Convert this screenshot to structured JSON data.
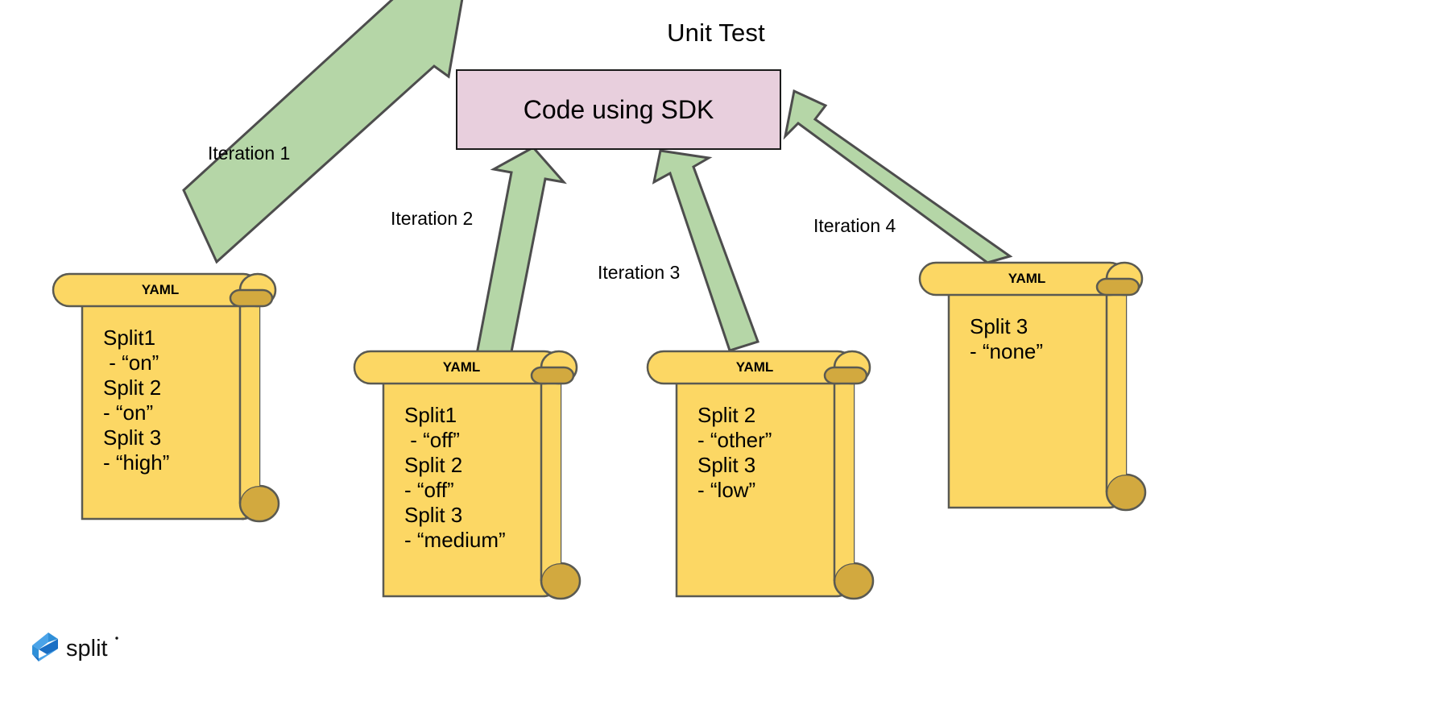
{
  "diagram": {
    "title": "Unit Test",
    "type": "flow-diagram"
  },
  "central_box": {
    "label": "Code using SDK",
    "fill_color": "#e8cfdd",
    "border_color": "#1b1b1b"
  },
  "arrows": {
    "fill_color": "#b5d6a7",
    "border_color": "#4d4d4d",
    "labels": [
      {
        "id": "iteration-1",
        "text": "Iteration 1"
      },
      {
        "id": "iteration-2",
        "text": "Iteration 2"
      },
      {
        "id": "iteration-3",
        "text": "Iteration 3"
      },
      {
        "id": "iteration-4",
        "text": "Iteration 4"
      }
    ]
  },
  "scrolls": [
    {
      "id": "yaml-scroll-1",
      "title": "YAML",
      "fill_color": "#fcd764",
      "curl_color": "#d2a93f",
      "border_color": "#5a5a52",
      "lines": [
        "Split1",
        " - “on”",
        "Split 2",
        "- “on”",
        "Split 3",
        "- “high”"
      ]
    },
    {
      "id": "yaml-scroll-2",
      "title": "YAML",
      "fill_color": "#fcd764",
      "curl_color": "#d2a93f",
      "border_color": "#5a5a52",
      "lines": [
        "Split1",
        " - “off”",
        "Split 2",
        "- “off”",
        "Split 3",
        "- “medium”"
      ]
    },
    {
      "id": "yaml-scroll-3",
      "title": "YAML",
      "fill_color": "#fcd764",
      "curl_color": "#d2a93f",
      "border_color": "#5a5a52",
      "lines": [
        "Split 2",
        "- “other”",
        "Split 3",
        "- “low”"
      ]
    },
    {
      "id": "yaml-scroll-4",
      "title": "YAML",
      "fill_color": "#fcd764",
      "curl_color": "#d2a93f",
      "border_color": "#5a5a52",
      "lines": [
        "Split 3",
        "- “none”"
      ]
    }
  ],
  "logo": {
    "text": "split",
    "mark_color_light": "#4aa3e8",
    "mark_color_dark": "#1b6fc4",
    "text_color": "#111111"
  }
}
